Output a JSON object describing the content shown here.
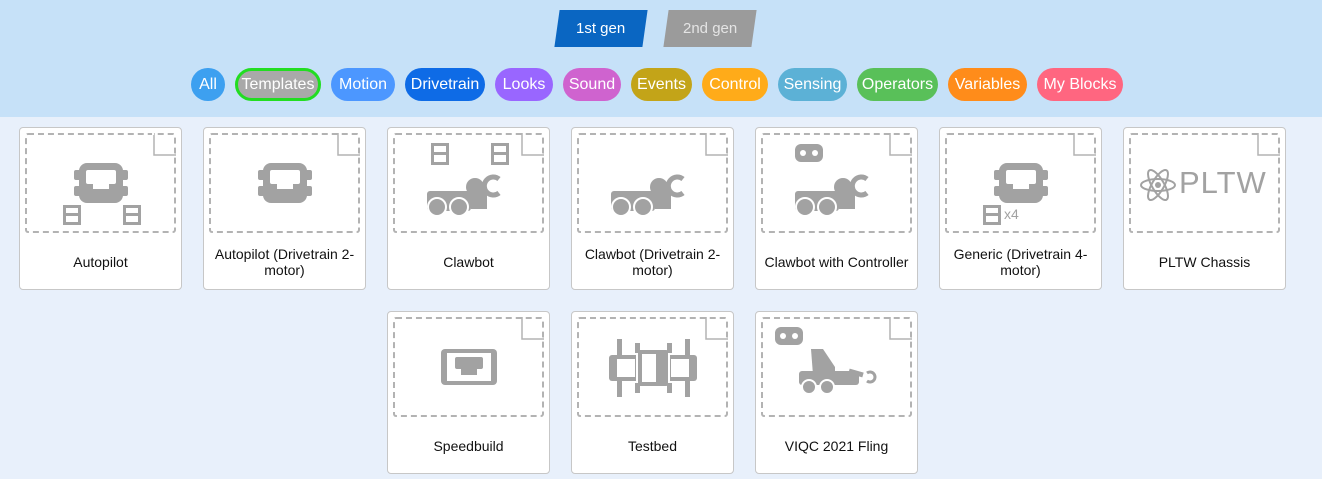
{
  "generations": [
    {
      "label": "1st gen",
      "active": true
    },
    {
      "label": "2nd gen",
      "active": false
    }
  ],
  "categories": [
    {
      "label": "All",
      "color": "#3da0f0",
      "selected": false
    },
    {
      "label": "Templates",
      "color": "#a9a9a9",
      "selected": true
    },
    {
      "label": "Motion",
      "color": "#4c97ff",
      "selected": false
    },
    {
      "label": "Drivetrain",
      "color": "#0e6be6",
      "selected": false
    },
    {
      "label": "Looks",
      "color": "#9966ff",
      "selected": false
    },
    {
      "label": "Sound",
      "color": "#cf63cf",
      "selected": false
    },
    {
      "label": "Events",
      "color": "#c3a418",
      "selected": false
    },
    {
      "label": "Control",
      "color": "#ffab19",
      "selected": false
    },
    {
      "label": "Sensing",
      "color": "#5cb1d6",
      "selected": false
    },
    {
      "label": "Operators",
      "color": "#59c059",
      "selected": false
    },
    {
      "label": "Variables",
      "color": "#ff8c1a",
      "selected": false
    },
    {
      "label": "My Blocks",
      "color": "#ff6680",
      "selected": false
    }
  ],
  "templates": [
    {
      "name": "Autopilot",
      "icon": "autopilot-robot-icon"
    },
    {
      "name": "Autopilot (Drivetrain 2-motor)",
      "icon": "robot-brain-icon"
    },
    {
      "name": "Clawbot",
      "icon": "clawbot-icon"
    },
    {
      "name": "Clawbot (Drivetrain 2-motor)",
      "icon": "clawbot-drivetrain-icon"
    },
    {
      "name": "Clawbot with Controller",
      "icon": "clawbot-controller-icon"
    },
    {
      "name": "Generic (Drivetrain 4-motor)",
      "icon": "generic-robot-icon",
      "badge": "x4"
    },
    {
      "name": "PLTW Chassis",
      "icon": "pltw-logo-icon",
      "logo_text": "PLTW"
    },
    {
      "name": "Speedbuild",
      "icon": "speedbuild-icon"
    },
    {
      "name": "Testbed",
      "icon": "testbed-icon"
    },
    {
      "name": "VIQC 2021 Fling",
      "icon": "fling-robot-icon"
    }
  ]
}
